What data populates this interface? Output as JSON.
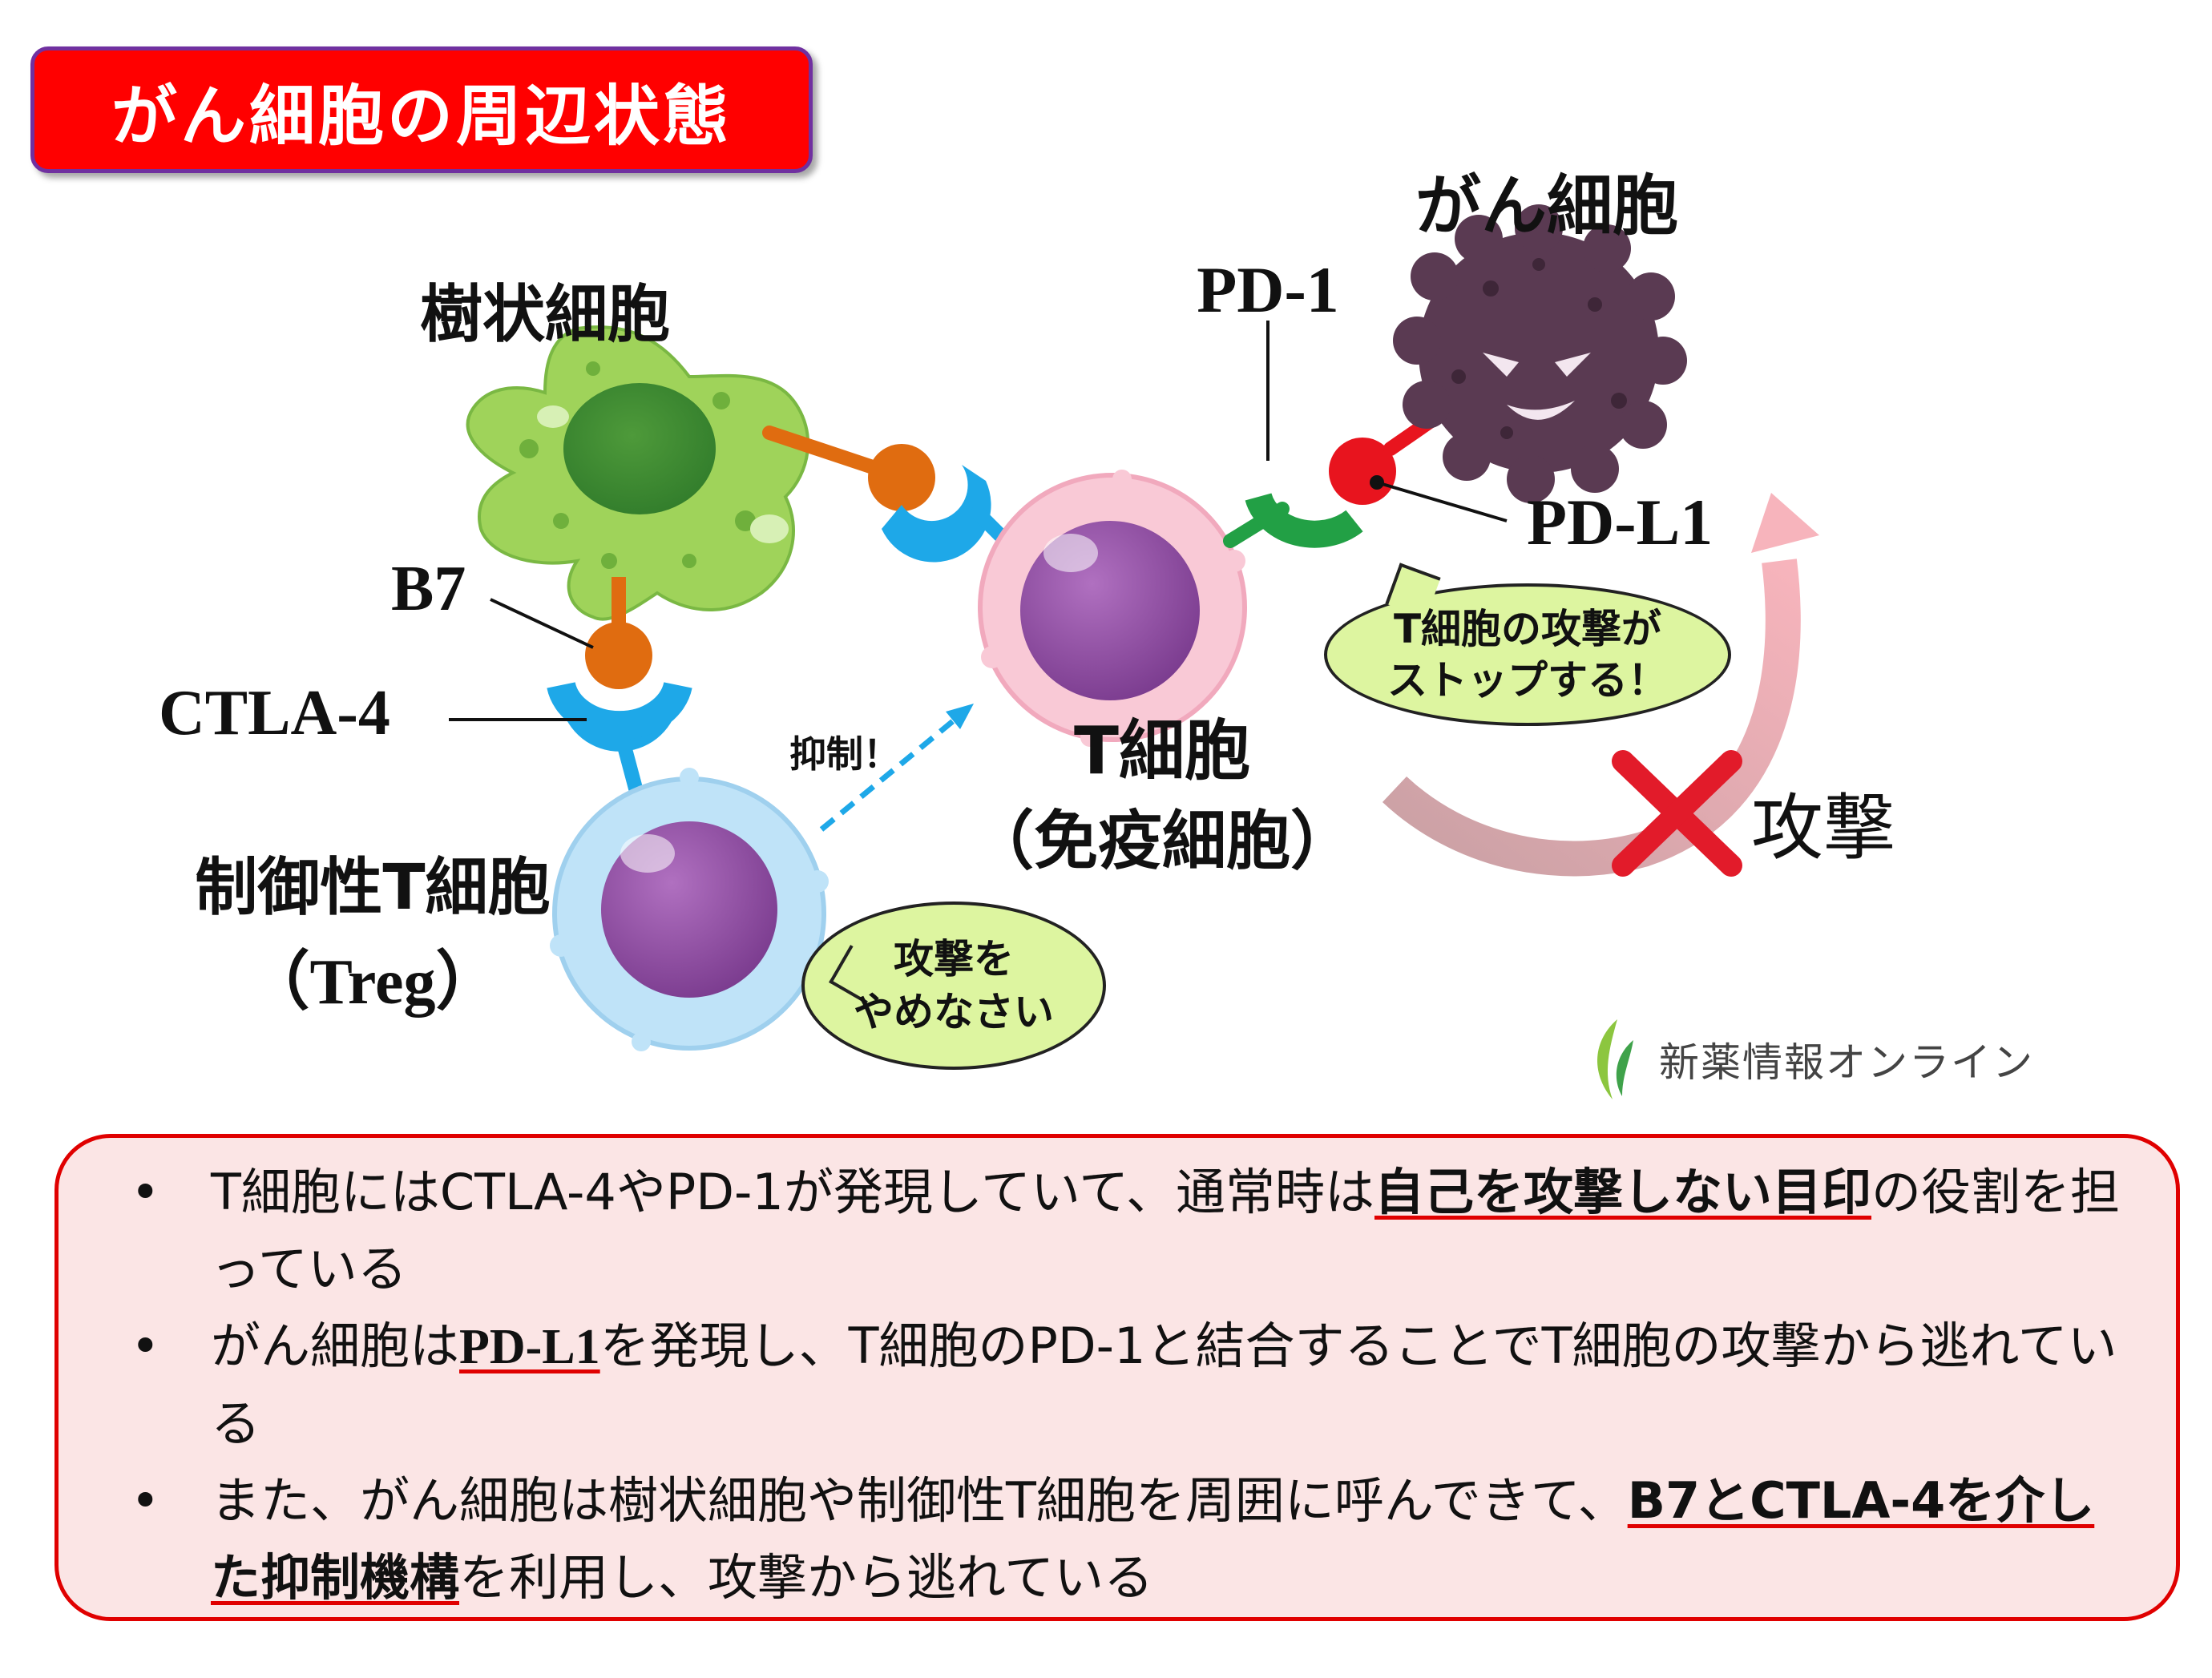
{
  "title": "がん細胞の周辺状態",
  "labels": {
    "dendritic_cell": "樹状細胞",
    "b7": "B7",
    "ctla4": "CTLA-4",
    "treg_name": "制御性T細胞",
    "treg_abbr": "（Treg）",
    "suppress": "抑制！",
    "t_cell": "T細胞",
    "t_cell_sub": "（免疫細胞）",
    "pd1": "PD-1",
    "cancer_cell": "がん細胞",
    "pdl1": "PD-L1",
    "attack": "攻撃"
  },
  "bubbles": {
    "t_cell_stop_line1": "T細胞の攻撃が",
    "t_cell_stop_line2": "ストップする！",
    "treg_stop_line1": "攻撃を",
    "treg_stop_line2": "やめなさい"
  },
  "logo": {
    "name": "新薬情報オンライン",
    "icon": "leaf-icon"
  },
  "bullets": [
    {
      "before": "T細胞にはCTLA-4やPD-1が発現していて、通常時は",
      "emph": "自己を攻撃しない目印",
      "after": "の役割を担っている"
    },
    {
      "before": "がん細胞は",
      "emph": "PD-L1",
      "after": "を発現し、T細胞のPD-1と結合することでT細胞の攻撃から逃れている"
    },
    {
      "before": "また、がん細胞は樹状細胞や制御性T細胞を周囲に呼んできて、",
      "emph": "B7とCTLA-4を介した抑制機構",
      "after": "を利用し、攻撃から逃れている"
    }
  ],
  "colors": {
    "title_bg": "#ff0000",
    "title_border": "#7030a0",
    "dendritic": "#9fd35a",
    "b7": "#e06c10",
    "ctla4_receptor": "#1ea8e8",
    "treg_body": "#bfe3f8",
    "t_cell_body": "#f9c9d6",
    "nucleus": "#8b4a9e",
    "pd1": "#22a045",
    "pdl1": "#e8141e",
    "cancer": "#5a3a52",
    "bubble": "#ddf5a0",
    "cross": "#e21b2a",
    "panel_bg": "#fbe5e5",
    "panel_border": "#e00000"
  }
}
